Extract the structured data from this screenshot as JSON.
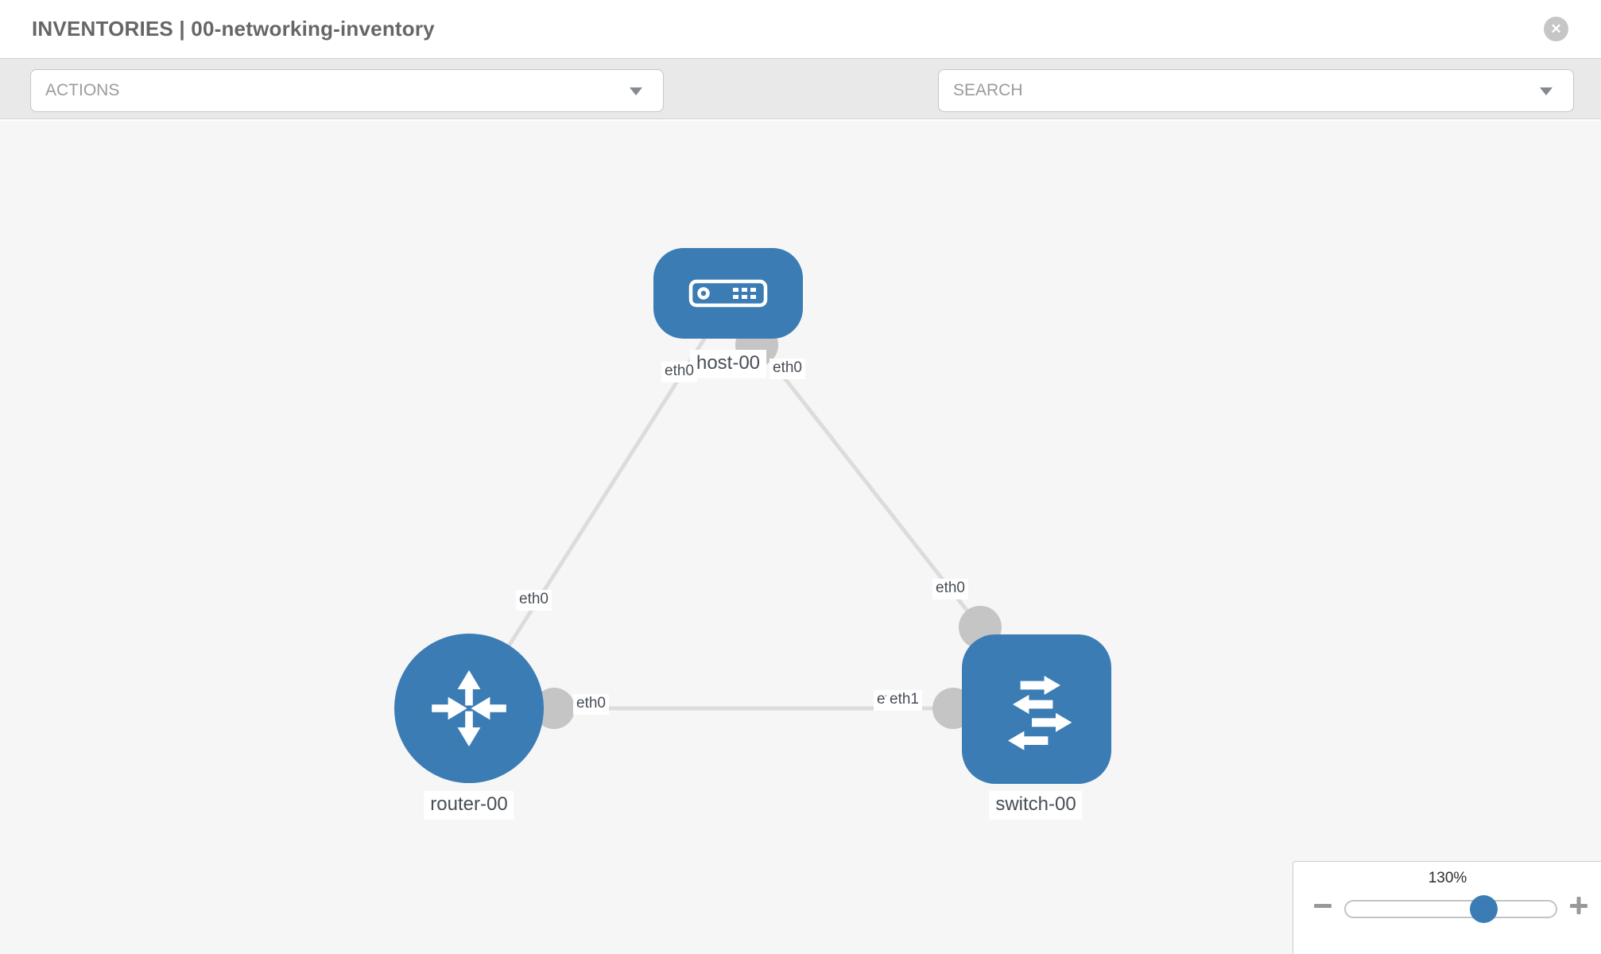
{
  "header": {
    "title": "INVENTORIES | 00-networking-inventory",
    "close_glyph": "✕"
  },
  "toolbar": {
    "actions_placeholder": "ACTIONS",
    "search_placeholder": "SEARCH"
  },
  "topology": {
    "nodes": [
      {
        "id": "host-00",
        "type": "host",
        "label": "host-00"
      },
      {
        "id": "router-00",
        "type": "router",
        "label": "router-00"
      },
      {
        "id": "switch-00",
        "type": "switch",
        "label": "switch-00"
      }
    ],
    "links": [
      {
        "from": "host-00",
        "to": "router-00",
        "from_interface": "eth0",
        "to_interface": "eth0"
      },
      {
        "from": "host-00",
        "to": "switch-00",
        "from_interface": "eth0",
        "to_interface": "eth0"
      },
      {
        "from": "router-00",
        "to": "switch-00",
        "from_interface": "eth0",
        "to_interface": "eth1"
      }
    ],
    "interface_labels": {
      "host_left": "eth0",
      "host_right": "eth0",
      "router_top": "eth0",
      "switch_top": "eth0",
      "router_right": "eth0",
      "switch_left_under": "eth0",
      "switch_left": "eth1"
    }
  },
  "zoom_control": {
    "level": "130%"
  },
  "colors": {
    "node_blue": "#3b7cb5",
    "link_gray": "#dcdcdc",
    "connector_gray": "#c5c5c5",
    "canvas_bg": "#f6f6f6",
    "toolbar_bg": "#e9e9e9",
    "title_text": "#666666",
    "label_text": "#474e57"
  }
}
